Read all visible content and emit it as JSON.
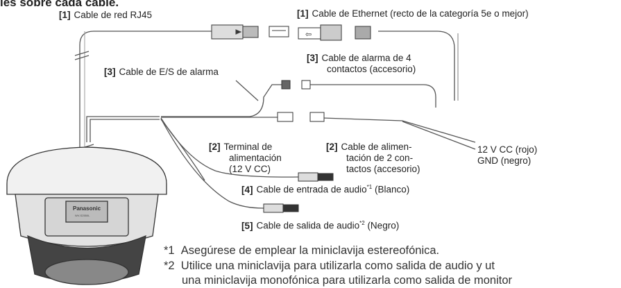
{
  "title": "les sobre cada cable.",
  "labels": {
    "rj45": {
      "num": "[1]",
      "text": "Cable de red RJ45"
    },
    "ethernet": {
      "num": "[1]",
      "text": "Cable de Ethernet (recto de la categoría 5e o mejor)"
    },
    "alarm4": {
      "num": "[3]",
      "line1": "Cable de alarma de 4",
      "line2": "contactos (accesorio)"
    },
    "alarm_io": {
      "num": "[3]",
      "text": "Cable de E/S de alarma"
    },
    "power_terminal": {
      "num": "[2]",
      "line1": "Terminal de",
      "line2": "alimentación",
      "line3": "(12 V CC)"
    },
    "power_cable": {
      "num": "[2]",
      "line1": "Cable de alimen-",
      "line2": "tación de 2 con-",
      "line3": "tactos (accesorio)"
    },
    "red": "12 V CC (rojo)",
    "gnd": "GND (negro)",
    "audio_in": {
      "num": "[4]",
      "text": "Cable de entrada de audio",
      "sup": "*1",
      "suffix": " (Blanco)"
    },
    "audio_out": {
      "num": "[5]",
      "text": "Cable de salida de audio",
      "sup": "*2",
      "suffix": " (Negro)"
    }
  },
  "camera": {
    "brand": "Panasonic",
    "model": "WV-S2550L"
  },
  "notes": [
    {
      "mark": "*1",
      "text": "Asegúrese de emplear la miniclavija estereofónica."
    },
    {
      "mark": "*2",
      "text": "Utilice una miniclavija para utilizarla como salida de audio y ut"
    },
    {
      "mark": "",
      "text": "una miniclavija monofónica para utilizarla como salida de monitor"
    }
  ]
}
